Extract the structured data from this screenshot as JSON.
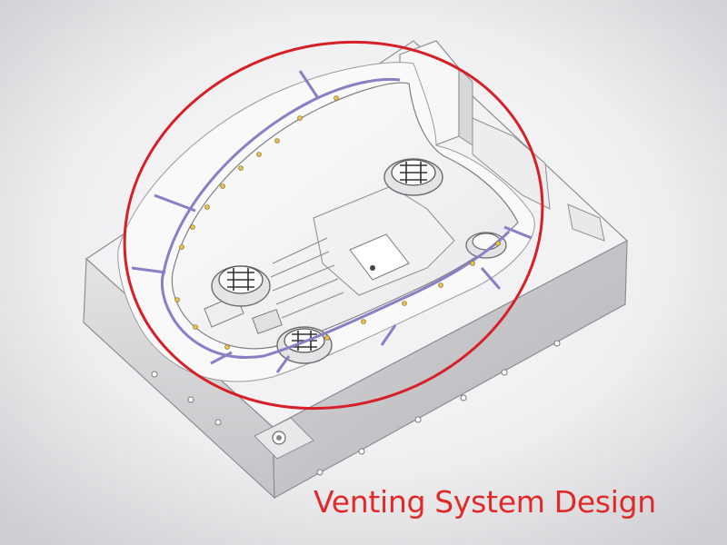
{
  "caption": "Venting System Design",
  "colors": {
    "background": "#e9e9eb",
    "highlight_ellipse": "#d61f26",
    "vent_channel": "#8a7fc4",
    "caption_text": "#e02a2a",
    "mold_body": "#d9d9db",
    "mold_edge": "#8e8e92"
  },
  "icons": {
    "highlight": "red-ellipse",
    "ejector_pins": "ejector-pin-boss",
    "vents": "vent-dot"
  }
}
